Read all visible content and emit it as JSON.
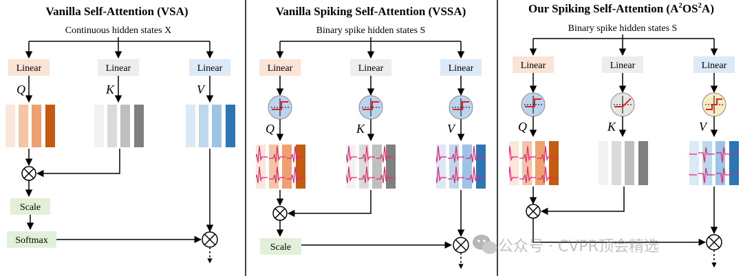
{
  "panels": [
    {
      "title": "Vanilla Self-Attention (VSA)",
      "subtitle": "Continuous hidden states X"
    },
    {
      "title": "Vanilla Spiking Self-Attention (VSSA)",
      "subtitle": "Binary spike hidden states S"
    },
    {
      "title_main": "Our Spiking Self-Attention (A",
      "title_sup1": "2",
      "title_mid": "OS",
      "title_sup2": "2",
      "title_end": "A)",
      "subtitle": "Binary spike hidden states S"
    }
  ],
  "labels": {
    "linear": "Linear",
    "scale": "Scale",
    "softmax": "Softmax",
    "q": "Q",
    "k": "K",
    "v": "V"
  },
  "colors": {
    "q_box": "#fbe3d5",
    "k_box": "#ededed",
    "v_box": "#dce9f7",
    "scale_box": "#e2f0d9",
    "neuron_blue": "#bcd4ee",
    "neuron_gray": "#e6e6e6",
    "neuron_yellow": "#fbebc4",
    "spike": "#e8206e",
    "q_bars": [
      "#fbe6da",
      "#f5c4a4",
      "#eea070",
      "#c55a11"
    ],
    "k_bars": [
      "#f2f2f2",
      "#dadada",
      "#bfbfbf",
      "#7f7f7f"
    ],
    "v_bars": [
      "#dbe8f6",
      "#bdd7ee",
      "#9dc3e6",
      "#2e75b6"
    ]
  },
  "watermark": "公众号 · CVPR顶会精选"
}
